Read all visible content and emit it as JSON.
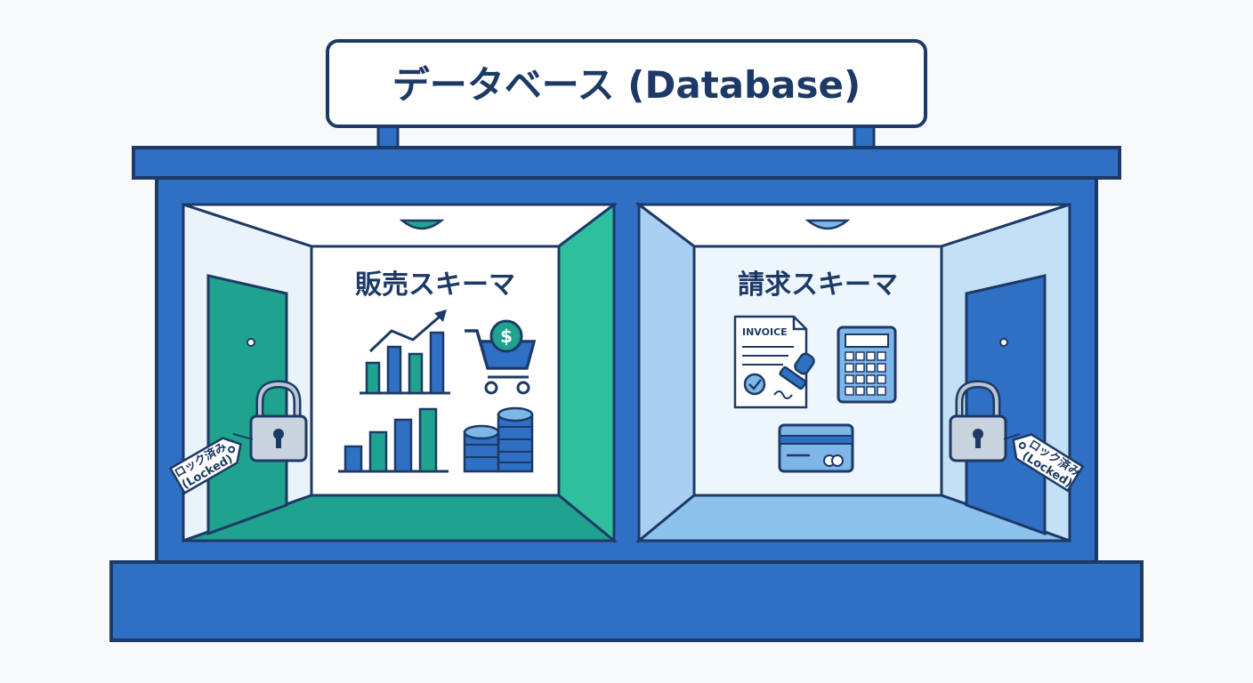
{
  "sign": {
    "title": "データベース (Database)"
  },
  "rooms": [
    {
      "title": "販売スキーマ",
      "lock_tag": [
        "ロック済み",
        "(Locked)"
      ]
    },
    {
      "title": "請求スキーマ",
      "lock_tag": [
        "ロック済み",
        "(Locked)"
      ]
    }
  ],
  "invoice": {
    "label": "INVOICE"
  },
  "icons": {
    "sales": [
      "line-chart-icon",
      "shopping-cart-icon",
      "bar-chart-icon",
      "coin-stack-icon"
    ],
    "billing": [
      "invoice-icon",
      "calculator-icon",
      "credit-card-icon"
    ]
  },
  "colors": {
    "building": "#2f6fc4",
    "outline": "#1d3a66",
    "sales_accent": "#1fa38f",
    "billing_accent": "#7fb6e8"
  }
}
